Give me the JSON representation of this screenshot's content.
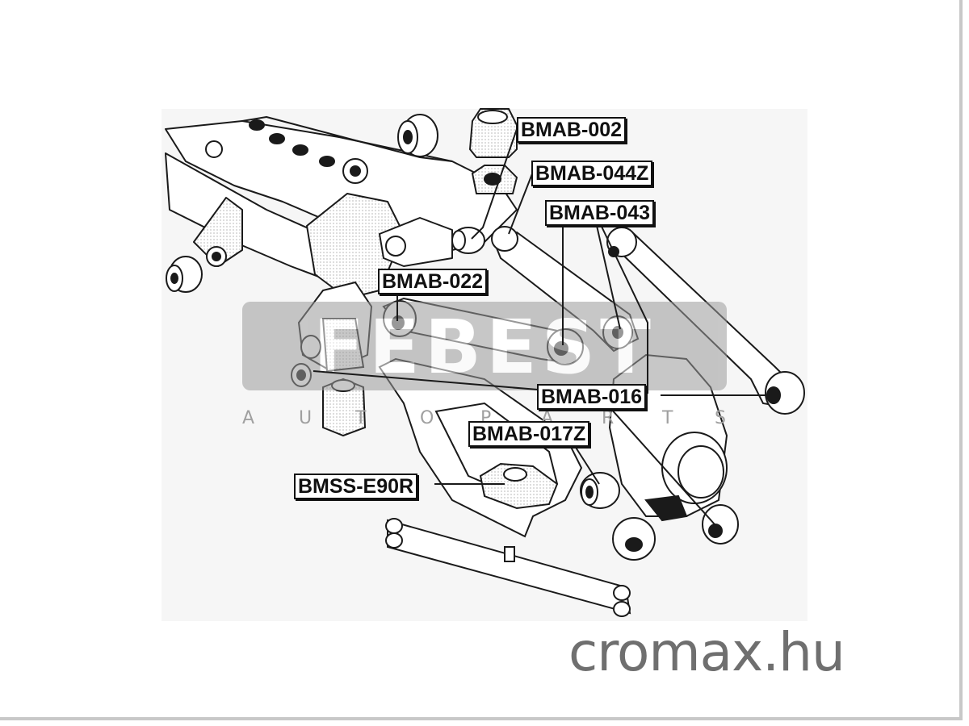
{
  "parts": [
    {
      "id": "p1",
      "label": "BMAB-002"
    },
    {
      "id": "p2",
      "label": "BMAB-044Z"
    },
    {
      "id": "p3",
      "label": "BMAB-043"
    },
    {
      "id": "p4",
      "label": "BMAB-022"
    },
    {
      "id": "p5",
      "label": "BMAB-016"
    },
    {
      "id": "p6",
      "label": "BMAB-017Z"
    },
    {
      "id": "p7",
      "label": "BMSS-E90R"
    }
  ],
  "watermark": {
    "brand": "FEBEST",
    "subtitle_letters": [
      "A",
      "U",
      "T",
      "O",
      "P",
      "A",
      "R",
      "T",
      "S"
    ]
  },
  "site_credit": "cromax.hu",
  "colors": {
    "line_art": "#1a1a1a",
    "watermark": "#b4b4b4",
    "credit_text": "#6f6f6f",
    "background": "#ffffff"
  }
}
